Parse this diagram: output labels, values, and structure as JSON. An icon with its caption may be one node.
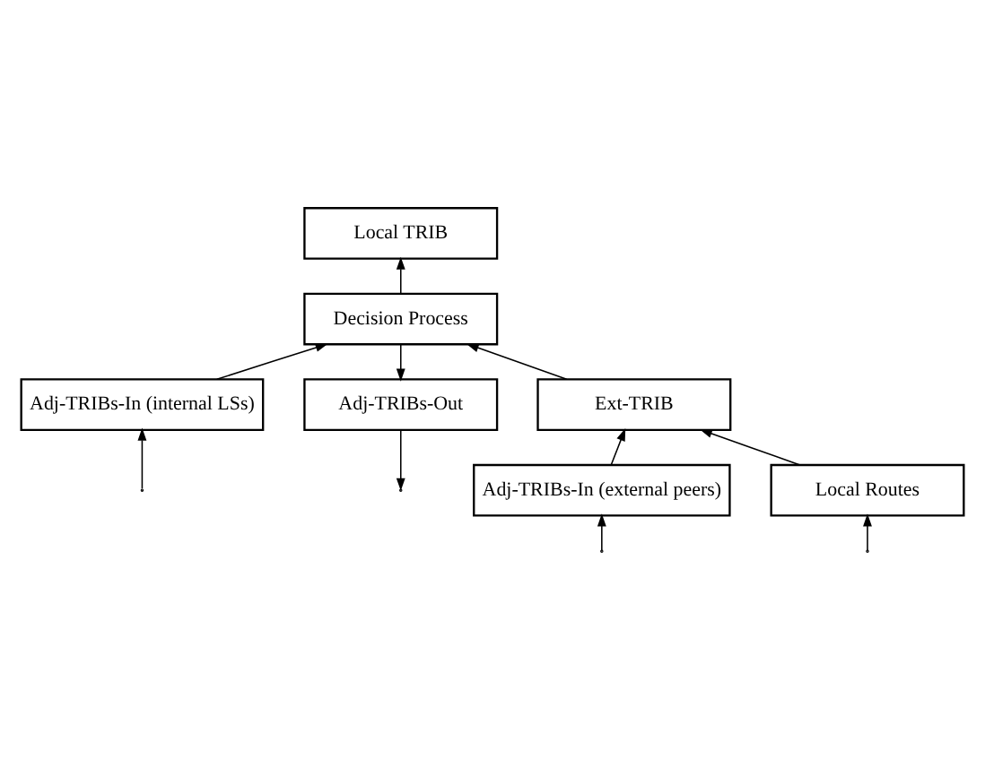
{
  "diagram": {
    "nodes": [
      {
        "text": [
          "Local TRIB"
        ]
      },
      {
        "text": [
          "Decision Process"
        ]
      },
      {
        "text": [
          "Adj-TRIBs-In (internal LSs)"
        ]
      },
      {
        "text": [
          "Adj-TRIBs-Out"
        ]
      },
      {
        "text": [
          "Ext-TRIB"
        ]
      },
      {
        "text": [
          "Adj-TRIBs-In (external peers)"
        ]
      },
      {
        "text": [
          "Local Routes"
        ]
      }
    ],
    "edges": [
      {
        "from": 1,
        "to": 0,
        "arrow": "to"
      },
      {
        "from": 2,
        "to": 1,
        "arrow": "to"
      },
      {
        "from": 1,
        "to": 3,
        "arrow": "to"
      },
      {
        "from": 4,
        "to": 1,
        "arrow": "to"
      },
      {
        "from": null,
        "to": 2,
        "arrow": "to"
      },
      {
        "from": 3,
        "to": null,
        "arrow": "to"
      },
      {
        "from": 5,
        "to": 4,
        "arrow": "to"
      },
      {
        "from": 6,
        "to": 4,
        "arrow": "to"
      },
      {
        "from": null,
        "to": 5,
        "arrow": "to"
      },
      {
        "from": null,
        "to": 6,
        "arrow": "to"
      }
    ]
  }
}
